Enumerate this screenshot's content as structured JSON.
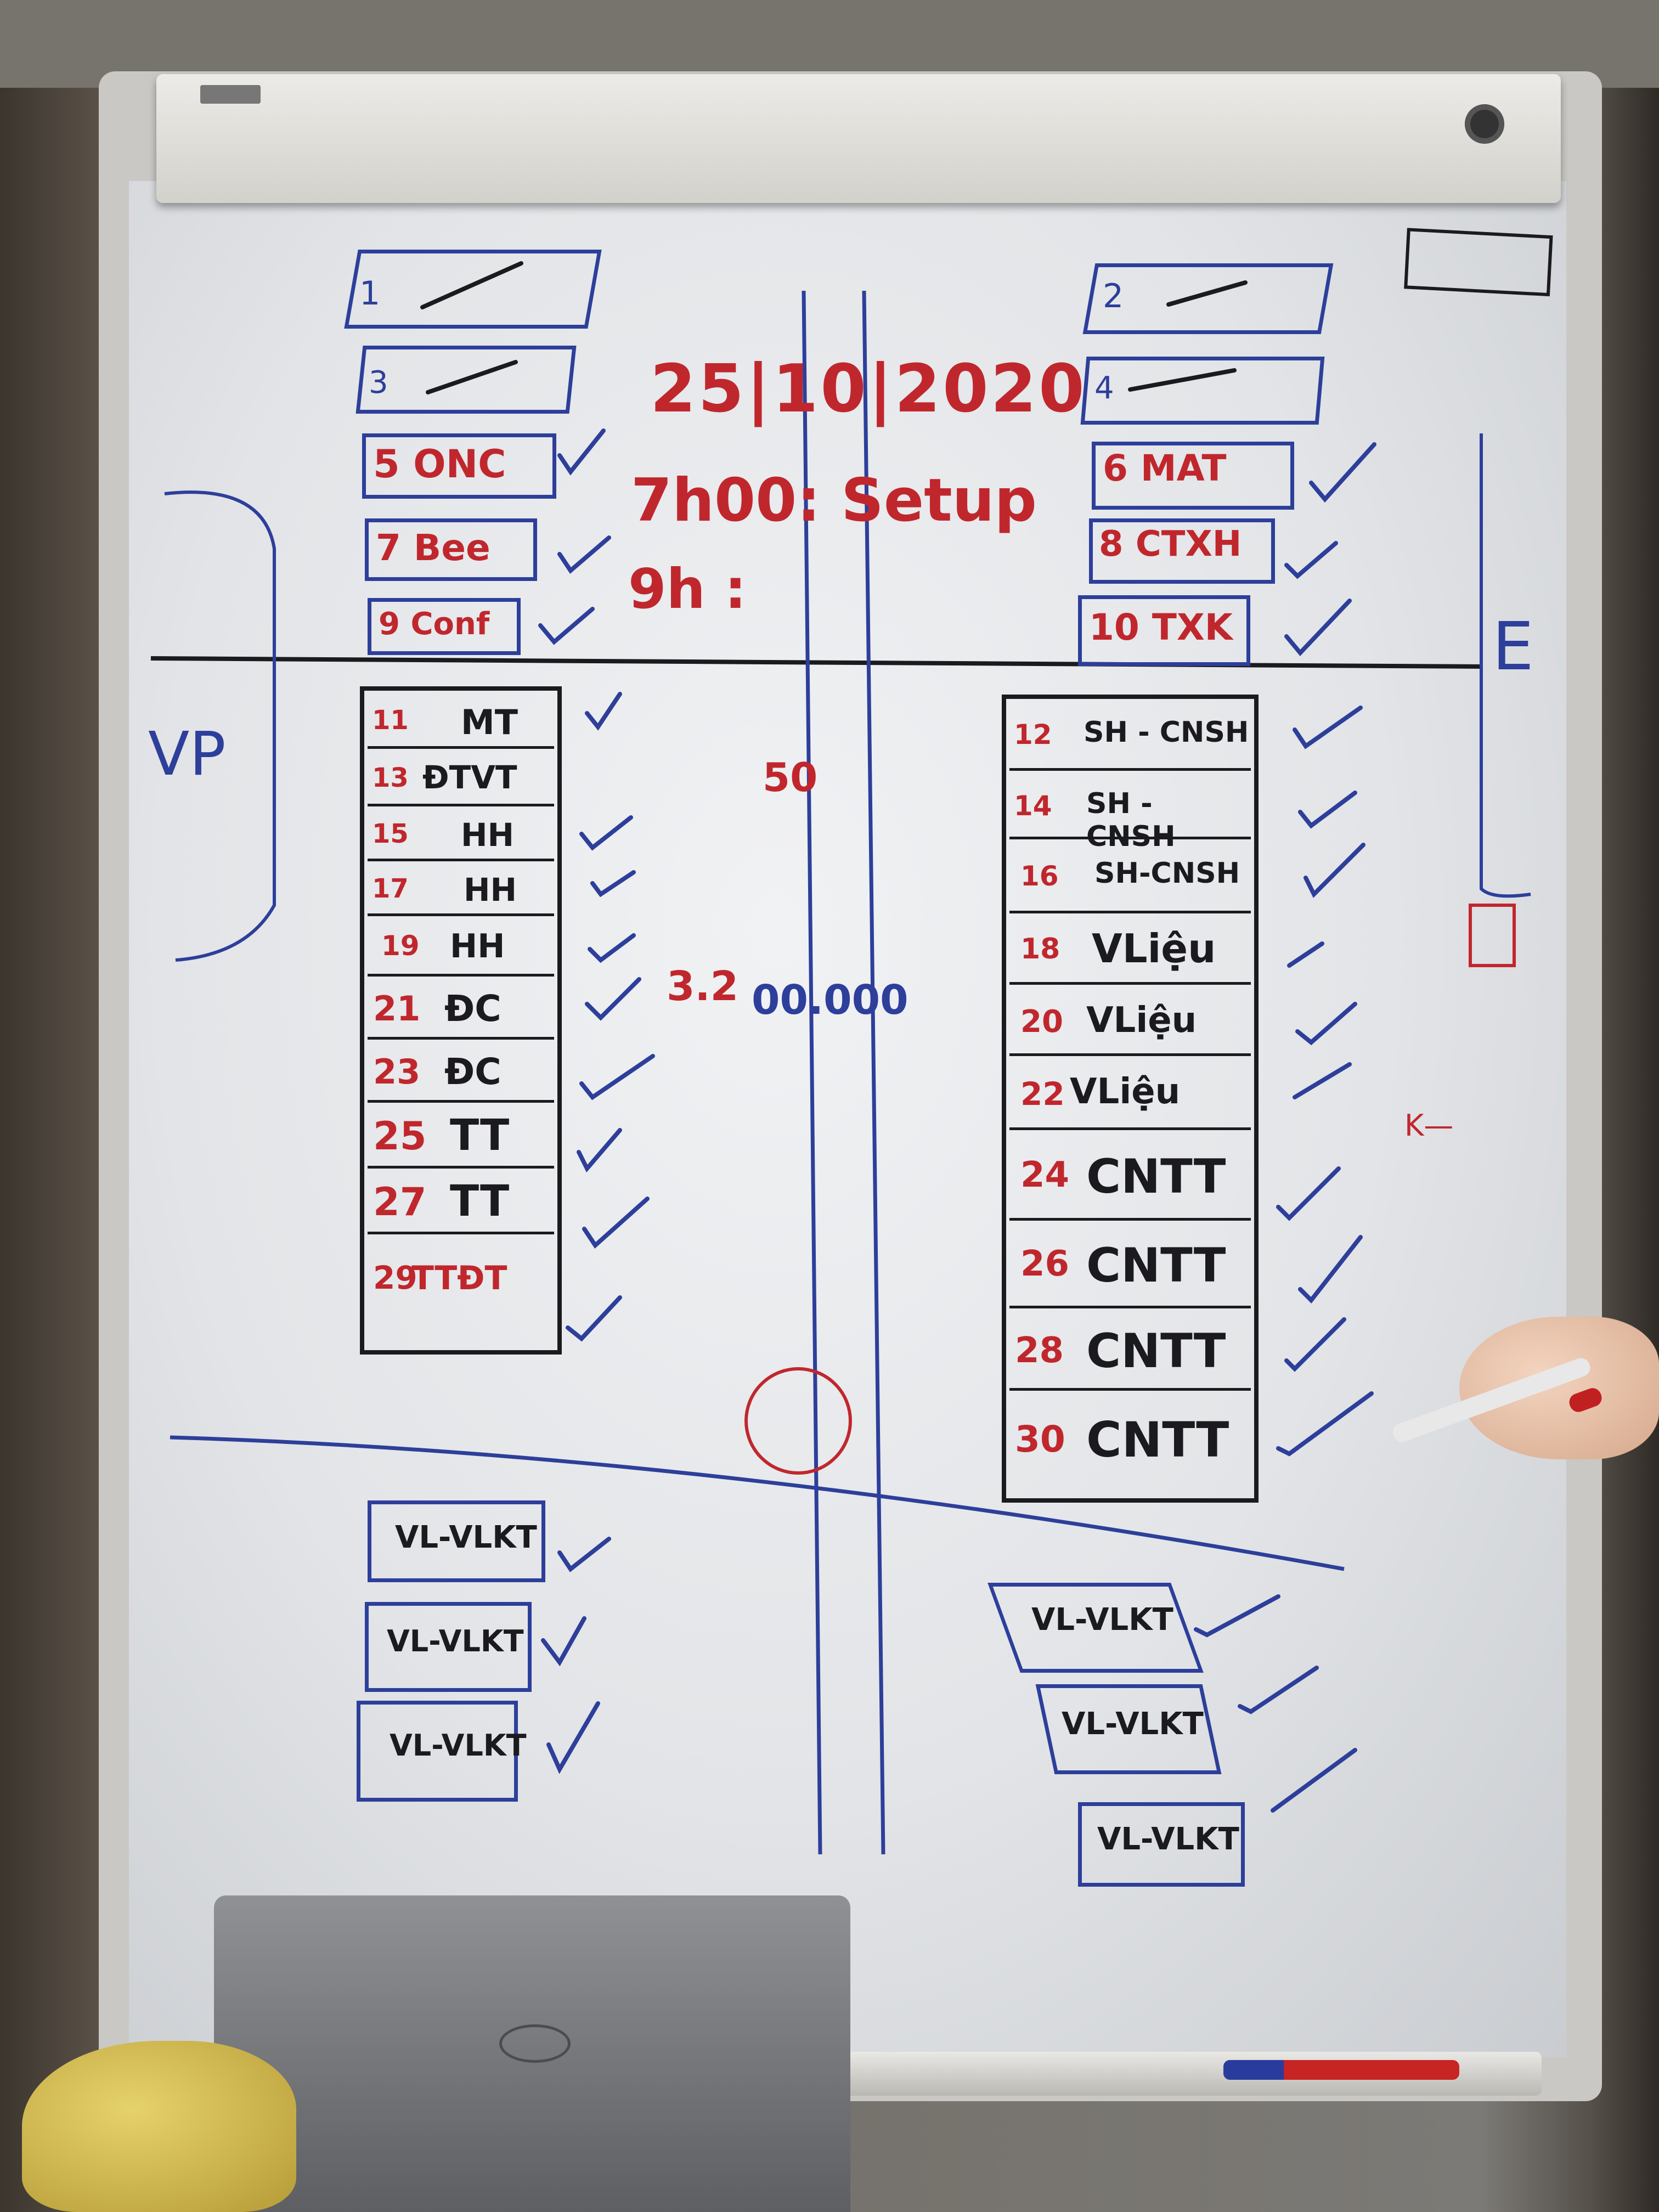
{
  "board": {
    "date": "25|10|2020",
    "setup_time": "7h00: Setup",
    "second_time": "9h :",
    "note_50": "50",
    "note_price_a": "3.2",
    "note_price_b": "00.000",
    "side_left": "VP",
    "side_right": "E",
    "note_k": "K—"
  },
  "top_left_boxes": [
    {
      "label": "1",
      "checked": false,
      "crossed": true
    },
    {
      "label": "3",
      "checked": false,
      "crossed": true
    },
    {
      "label": "5 ONC",
      "checked": true,
      "crossed": false
    },
    {
      "label": "7 Bee",
      "checked": true,
      "crossed": false
    },
    {
      "label": "9 Conf",
      "checked": true,
      "crossed": false
    }
  ],
  "top_right_boxes": [
    {
      "label": "2",
      "checked": false,
      "crossed": true
    },
    {
      "label": "4",
      "checked": false,
      "crossed": true
    },
    {
      "label": "6 MAT",
      "checked": true,
      "crossed": false
    },
    {
      "label": "8 CTXH",
      "checked": true,
      "crossed": false
    },
    {
      "label": "10 TXK",
      "checked": true,
      "crossed": false
    }
  ],
  "left_table": [
    {
      "num": "11",
      "name": "MT"
    },
    {
      "num": "13",
      "name": "ĐTVT"
    },
    {
      "num": "15",
      "name": "HH"
    },
    {
      "num": "17",
      "name": "HH"
    },
    {
      "num": "19",
      "name": "HH"
    },
    {
      "num": "21",
      "name": "ĐC"
    },
    {
      "num": "23",
      "name": "ĐC"
    },
    {
      "num": "25",
      "name": "TT"
    },
    {
      "num": "27",
      "name": "TT"
    },
    {
      "num": "29",
      "name": "TTĐT"
    }
  ],
  "right_table": [
    {
      "num": "12",
      "name": "SH - CNSH"
    },
    {
      "num": "14",
      "name": "SH - CNSH"
    },
    {
      "num": "16",
      "name": "SH-CNSH"
    },
    {
      "num": "18",
      "name": "VLiệu"
    },
    {
      "num": "20",
      "name": "VLiệu"
    },
    {
      "num": "22",
      "name": "VLiệu"
    },
    {
      "num": "24",
      "name": "CNTT"
    },
    {
      "num": "26",
      "name": "CNTT"
    },
    {
      "num": "28",
      "name": "CNTT"
    },
    {
      "num": "30",
      "name": "CNTT"
    }
  ],
  "bottom_left_boxes": [
    "VL-VLKT",
    "VL-VLKT",
    "VL-VLKT"
  ],
  "bottom_right_boxes": [
    "VL-VLKT",
    "VL-VLKT",
    "VL-VLKT"
  ],
  "colors": {
    "blue_ink": "#2d3f9a",
    "red_ink": "#c0272d",
    "black_ink": "#1b1b1f"
  }
}
